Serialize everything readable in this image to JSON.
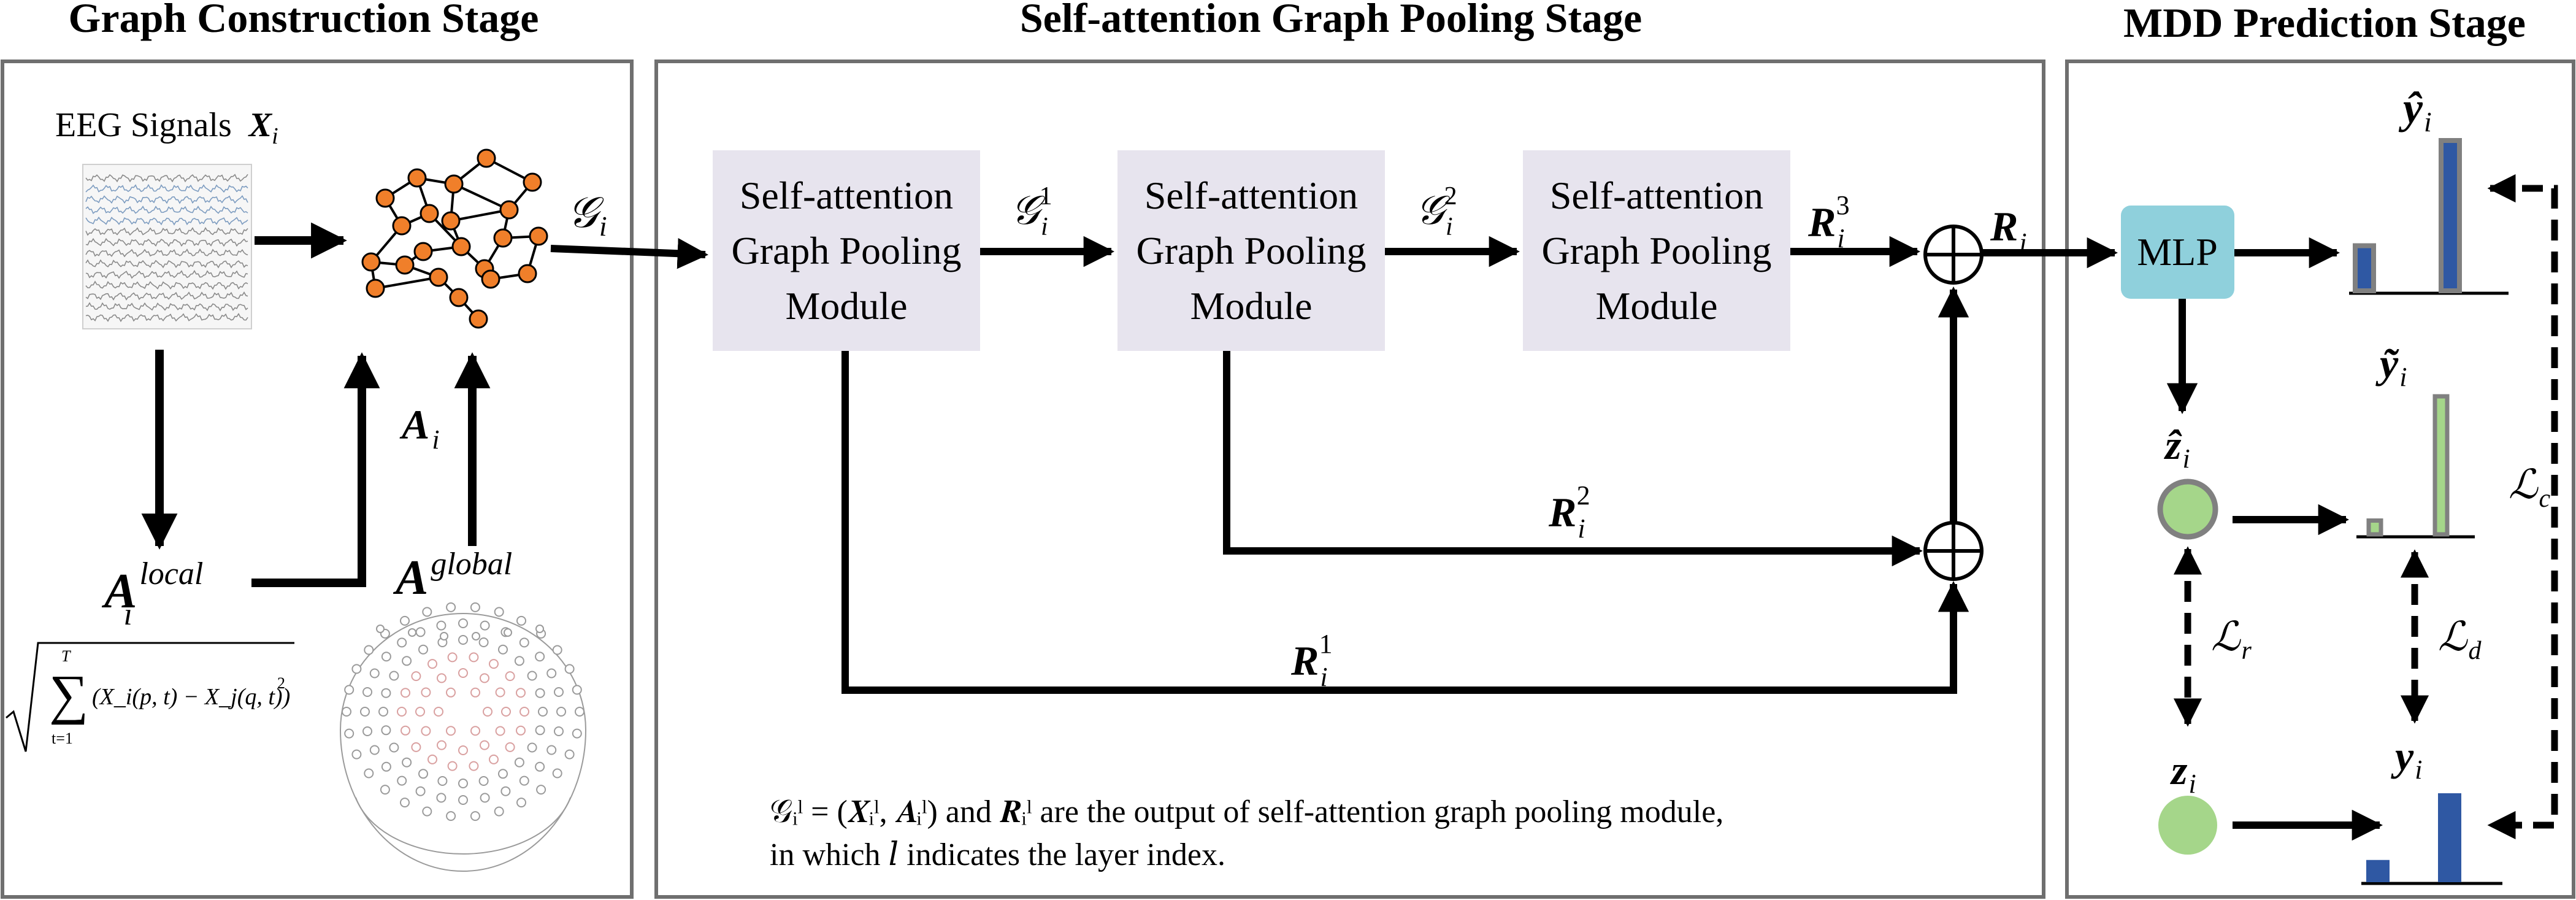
{
  "stages": {
    "graph_construction": "Graph Construction Stage",
    "pooling": "Self-attention Graph Pooling Stage",
    "prediction": "MDD Prediction Stage"
  },
  "graph_construction": {
    "eeg_label": "EEG Signals",
    "eeg_symbol": "X",
    "eeg_sub": "i",
    "a_local_base": "A",
    "a_local_sub": "i",
    "a_local_sup": "local",
    "a_global_base": "A",
    "a_global_sup": "global",
    "a_i_base": "A",
    "a_i_sub": "i",
    "formula_sum_top": "T",
    "formula_sum_bottom": "t=1",
    "formula_body": "(X_i(p, t) − X_j(q, t))",
    "formula_power": "2"
  },
  "pooling": {
    "module_line1": "Self-attention",
    "module_line2": "Graph Pooling",
    "module_line3": "Module",
    "g_input": "𝒢",
    "g_input_sub": "i",
    "g1_sup": "1",
    "g2_sup": "2",
    "r3": {
      "base": "R",
      "sub": "i",
      "sup": "3"
    },
    "r2": {
      "base": "R",
      "sub": "i",
      "sup": "2"
    },
    "r1": {
      "base": "R",
      "sub": "i",
      "sup": "1"
    },
    "r_out": {
      "base": "R",
      "sub": "i"
    },
    "note_line1": "𝒢ᵢˡ = (𝑿ᵢˡ, 𝑨ᵢˡ) and 𝑹ᵢˡ are  the output of self-attention graph pooling module,",
    "note_line2": "in which 𝑙 indicates the layer index."
  },
  "prediction": {
    "mlp_label": "MLP",
    "y_hat": "ŷ",
    "y_tilde": "ỹ",
    "y": "y",
    "z_hat": "ẑ",
    "z": "z",
    "sub_i": "i",
    "loss_c": "ℒ",
    "loss_c_sub": "c",
    "loss_r": "ℒ",
    "loss_r_sub": "r",
    "loss_d": "ℒ",
    "loss_d_sub": "d"
  },
  "colors": {
    "module_fill": "#e7e4ee",
    "mlp_fill": "#8fd0dc",
    "node_orange": "#f07f2a",
    "circle_green": "#a5d68a",
    "bar_blue": "#2f58a3",
    "bar_green": "#a5d68a",
    "frame_gray": "#6f6f6f"
  },
  "bars": {
    "y_hat": [
      0.3,
      1.0
    ],
    "y_tilde": [
      0.1,
      1.0
    ],
    "y": [
      0.25,
      1.0
    ]
  }
}
